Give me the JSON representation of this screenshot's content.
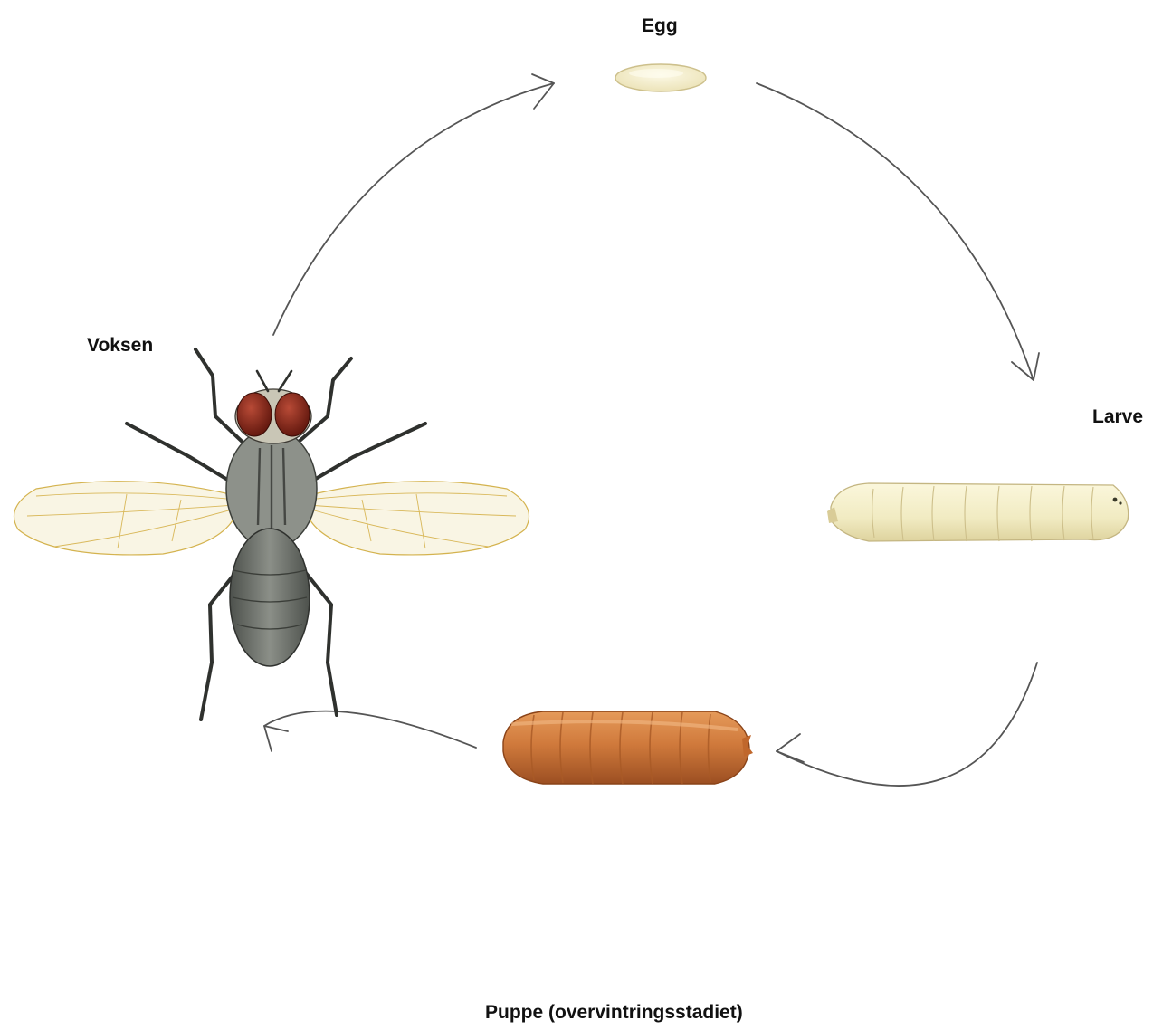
{
  "stages": {
    "egg": "Egg",
    "larve": "Larve",
    "puppe": "Puppe (overvintringsstadiet)",
    "voksen": "Voksen"
  },
  "colors": {
    "arrow": "#555555",
    "egg": "#f4efcf",
    "larva": "#f3edc4",
    "pupa": "#d0783a",
    "fly_body": "#6d716b",
    "fly_eye": "#7a1f14",
    "wing_vein": "#d9b85a"
  }
}
